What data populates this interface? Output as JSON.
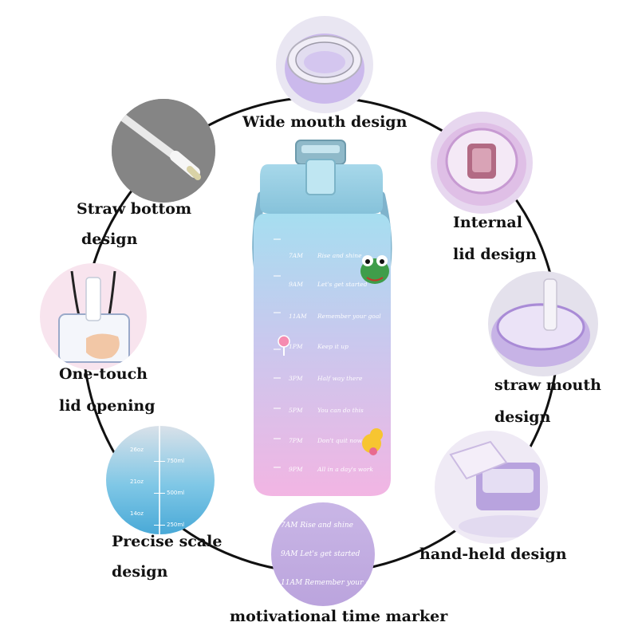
{
  "features": [
    {
      "id": "wide-mouth",
      "label": "Wide mouth design"
    },
    {
      "id": "internal-lid",
      "label": "Internal lid design"
    },
    {
      "id": "straw-mouth",
      "label": "straw mouth design"
    },
    {
      "id": "hand-held",
      "label": "hand-held design"
    },
    {
      "id": "time-marker",
      "label": "motivational time marker"
    },
    {
      "id": "precise-scale",
      "label": "Precise scale design"
    },
    {
      "id": "one-touch",
      "label": "One-touch lid opening"
    },
    {
      "id": "straw-bottom",
      "label": "Straw bottom design"
    }
  ],
  "labels": {
    "wide_mouth": "Wide mouth design",
    "internal_1": "Internal",
    "internal_2": "lid design",
    "straw_mouth_1": "straw mouth",
    "straw_mouth_2": "design",
    "hand_held": "hand-held design",
    "time_marker": "motivational time marker",
    "precise_1": "Precise scale",
    "precise_2": "design",
    "one_touch_1": "One-touch",
    "one_touch_2": "lid opening",
    "straw_bottom_1": "Straw bottom",
    "straw_bottom_2": "design"
  },
  "bottle_markers": [
    {
      "time": "7AM",
      "text": "Rise and shine"
    },
    {
      "time": "9AM",
      "text": "Let's get started"
    },
    {
      "time": "11AM",
      "text": "Remember your goal"
    },
    {
      "time": "1PM",
      "text": "Keep it up"
    },
    {
      "time": "3PM",
      "text": "Half way there"
    },
    {
      "time": "5PM",
      "text": "You can do this"
    },
    {
      "time": "7PM",
      "text": "Don't quit now"
    },
    {
      "time": "9PM",
      "text": "All in a day's work"
    }
  ],
  "zoom_markers": [
    {
      "time": "7AM",
      "text": "Rise and shine"
    },
    {
      "time": "9AM",
      "text": "Let's get started"
    },
    {
      "time": "11AM",
      "text": "Remember your goal"
    }
  ],
  "scale_marks": [
    "750ml",
    "500ml",
    "250ml"
  ],
  "scale_oz": [
    "26oz",
    "21oz",
    "14oz"
  ],
  "colors": {
    "ring": "#111111",
    "bottle_top": "#a9dff0",
    "bottle_bottom": "#f3b8e6",
    "lid": "#8ec8de",
    "label": "#111111"
  }
}
